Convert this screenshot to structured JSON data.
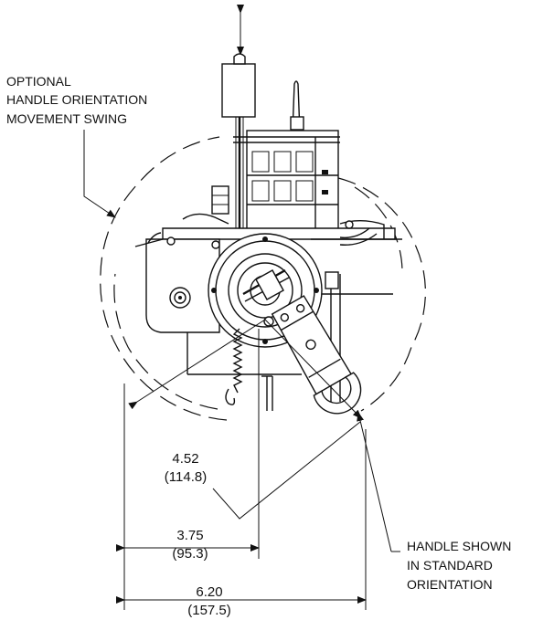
{
  "callouts": {
    "optional_swing": [
      "OPTIONAL",
      "HANDLE ORIENTATION",
      "MOVEMENT SWING"
    ],
    "handle_shown": [
      "HANDLE SHOWN",
      "IN STANDARD",
      "ORIENTATION"
    ]
  },
  "dimensions": {
    "radial": {
      "inches": "4.52",
      "mm": "(114.8)"
    },
    "center": {
      "inches": "3.75",
      "mm": "(95.3)"
    },
    "overall": {
      "inches": "6.20",
      "mm": "(157.5)"
    }
  }
}
